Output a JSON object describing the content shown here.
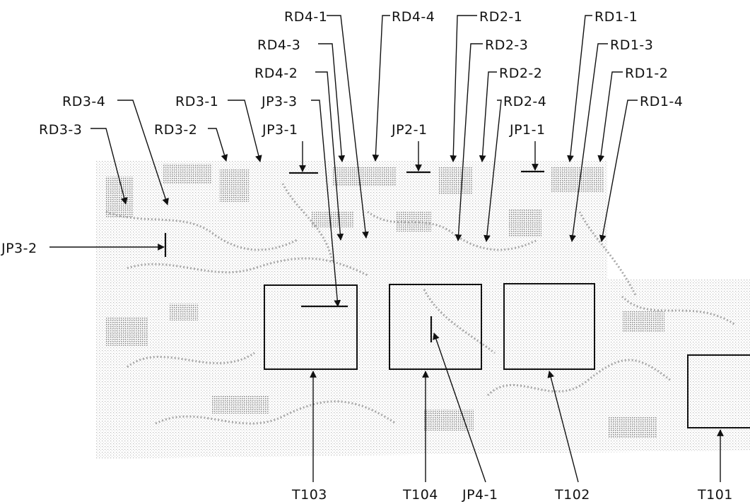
{
  "labels": {
    "RD4-1": "RD4-1",
    "RD4-4": "RD4-4",
    "RD2-1": "RD2-1",
    "RD1-1": "RD1-1",
    "RD4-3": "RD4-3",
    "RD2-3": "RD2-3",
    "RD1-3": "RD1-3",
    "RD4-2": "RD4-2",
    "RD2-2": "RD2-2",
    "RD1-2": "RD1-2",
    "RD3-4": "RD3-4",
    "RD3-1": "RD3-1",
    "JP3-3": "JP3-3",
    "RD2-4": "RD2-4",
    "RD1-4": "RD1-4",
    "RD3-3": "RD3-3",
    "RD3-2": "RD3-2",
    "JP3-1": "JP3-1",
    "JP2-1": "JP2-1",
    "JP1-1": "JP1-1",
    "JP3-2": "JP3-2",
    "T103": "T103",
    "T104": "T104",
    "JP4-1": "JP4-1",
    "T102": "T102",
    "T101": "T101"
  },
  "colors": {
    "ink": "#111111",
    "board_dots": "#8a8a8a",
    "background": "#ffffff"
  }
}
